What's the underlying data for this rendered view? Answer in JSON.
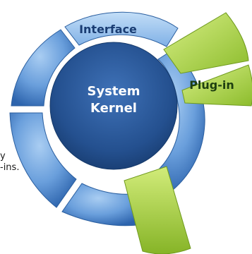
{
  "diagram": {
    "core_label_line1": "System",
    "core_label_line2": "Kernel",
    "ring_label": "Interface",
    "plugin_label": "Plug-in",
    "colors": {
      "core_dark": "#1f4a86",
      "core_light": "#3d6fb6",
      "ring_light": "#9ec6ef",
      "ring_mid": "#5e95d6",
      "ring_dark": "#2d64ad",
      "plugin_light": "#c8e66a",
      "plugin_dark": "#86b427",
      "plugin_edge": "#6f9a1e"
    }
  },
  "caption": {
    "line1": "y",
    "line2": "-ins."
  }
}
